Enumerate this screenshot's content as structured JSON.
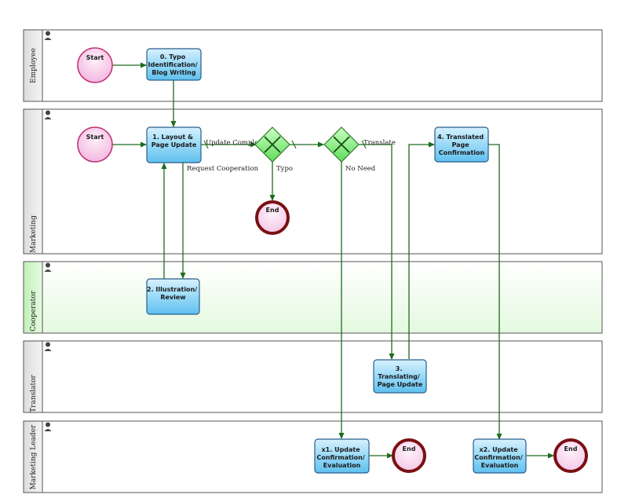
{
  "lanes": [
    {
      "id": "employee",
      "label": "Employee"
    },
    {
      "id": "marketing",
      "label": "Marketing"
    },
    {
      "id": "cooperator",
      "label": "Cooperator"
    },
    {
      "id": "translator",
      "label": "Translator"
    },
    {
      "id": "marketing_leader",
      "label": "Marketing Leader"
    }
  ],
  "events": {
    "start_employee": "Start",
    "start_marketing": "Start",
    "end_typo": "End",
    "end_x1": "End",
    "end_x2": "End"
  },
  "tasks": {
    "t0": [
      "0. Typo",
      "Identification/",
      "Blog Writing"
    ],
    "t1": [
      "1. Layout &",
      "Page Update"
    ],
    "t2": [
      "2. Illustration/",
      "Review"
    ],
    "t3": [
      "3.",
      "Translating/",
      "Page Update"
    ],
    "t4": [
      "4. Translated",
      "Page",
      "Confirmation"
    ],
    "x1": [
      "x1. Update",
      "Confirmation/",
      "Evaluation"
    ],
    "x2": [
      "x2. Update",
      "Confirmation/",
      "Evaluation"
    ]
  },
  "flow_labels": {
    "update_completion": "Update Completion",
    "typo": "Typo",
    "translate": "Translate",
    "no_need": "No Need",
    "request_cooperation": "Request Cooperation"
  },
  "colors": {
    "flow": "#1e6b1e",
    "task_fill": "#7fd0f5",
    "task_stroke": "#2a5d8c",
    "start_fill": "#f7c6e8",
    "start_stroke": "#c0306e",
    "end_stroke": "#7a0f12",
    "gateway_fill": "#8ff08a",
    "cooperator_lane": "#e9fbe6"
  },
  "icons": {
    "lane_icon": "person-icon",
    "gateway_icon": "x-gateway-icon"
  }
}
